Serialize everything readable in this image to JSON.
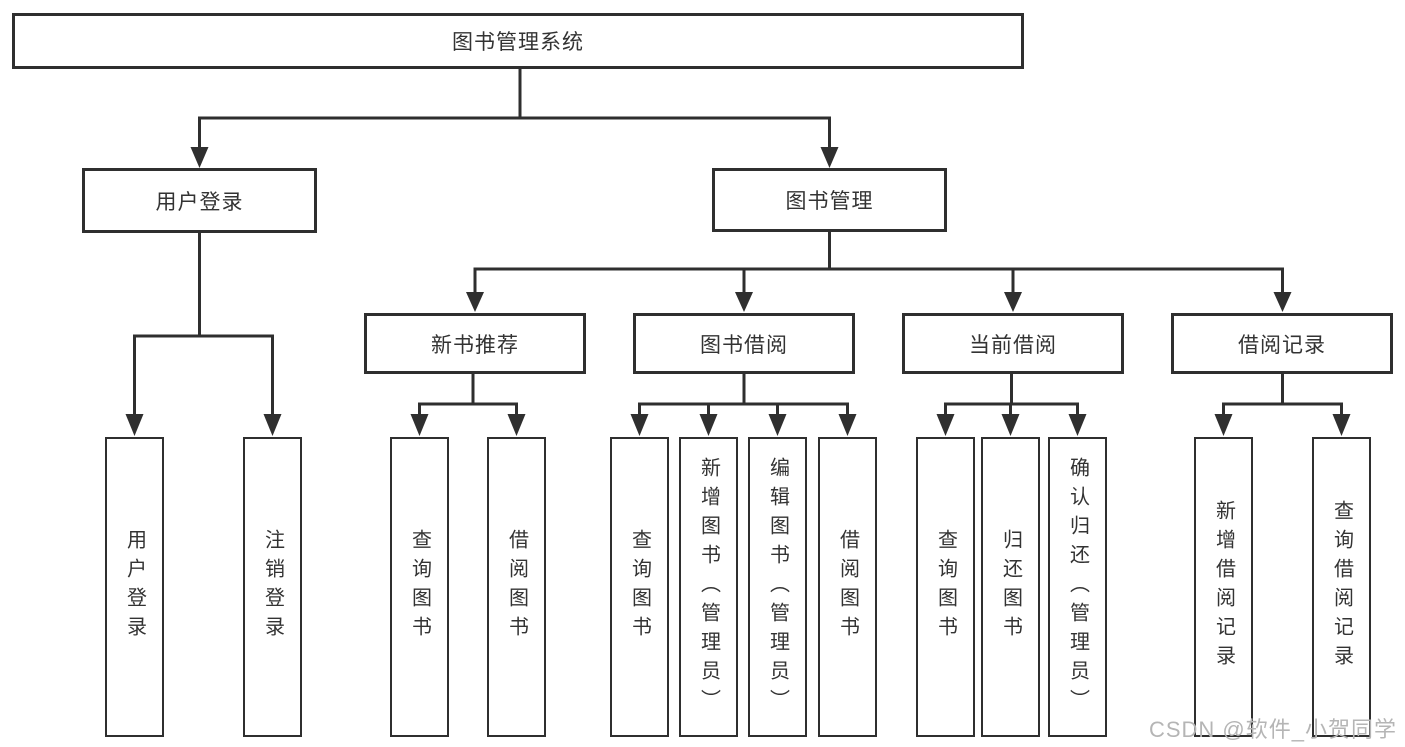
{
  "diagram": {
    "title": "图书管理系统",
    "colors": {
      "line": "#2f2f2f",
      "box_border": "#2f2f2f",
      "text": "#333333",
      "watermark": "#b5b5b5",
      "background": "#ffffff"
    },
    "nodes": {
      "root": "图书管理系统",
      "user_login": "用户登录",
      "book_mgmt": "图书管理",
      "leaf_user_login": "用户登录",
      "leaf_logout": "注销登录",
      "new_book_rec": "新书推荐",
      "book_borrow": "图书借阅",
      "current_borrow": "当前借阅",
      "borrow_records": "借阅记录",
      "nb_query_books": "查询图书",
      "nb_borrow_books": "借阅图书",
      "bb_query_books": "查询图书",
      "bb_add_books": "新增图书（管理员）",
      "bb_edit_books": "编辑图书（管理员）",
      "bb_borrow_books": "借阅图书",
      "cb_query_books": "查询图书",
      "cb_return_books": "归还图书",
      "cb_confirm_return": "确认归还（管理员）",
      "br_add_record": "新增借阅记录",
      "br_query_record": "查询借阅记录"
    },
    "watermark": "CSDN @软件_小贺同学"
  }
}
